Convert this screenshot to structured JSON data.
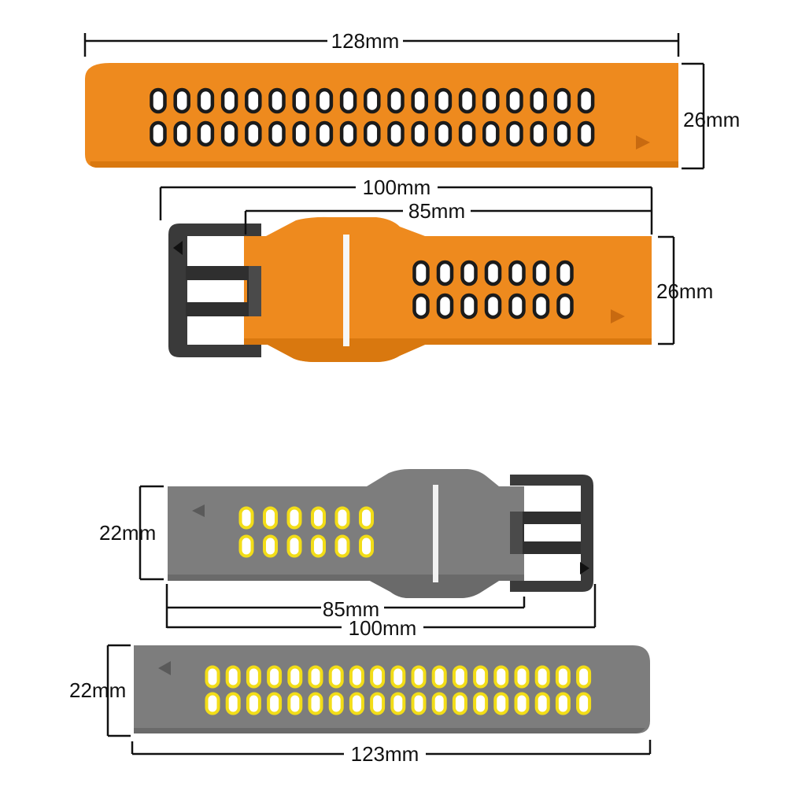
{
  "colors": {
    "orange": "#ee8a1e",
    "orange_shade": "#d9780f",
    "gray": "#7d7d7d",
    "gray_shade": "#6a6a6a",
    "yellow": "#f2dd18",
    "hole_dark": "#1b1b1b",
    "buckle": "#3a3a3a"
  },
  "straps": {
    "orange_long": {
      "length": "128mm",
      "width": "26mm",
      "holes_per_row": 19
    },
    "orange_buckle": {
      "total": "100mm",
      "inner": "85mm",
      "width": "26mm",
      "holes_per_row": 7
    },
    "gray_buckle": {
      "total": "100mm",
      "inner": "85mm",
      "width": "22mm",
      "holes_per_row": 6
    },
    "gray_long": {
      "length": "123mm",
      "width": "22mm",
      "holes_per_row": 19
    }
  }
}
